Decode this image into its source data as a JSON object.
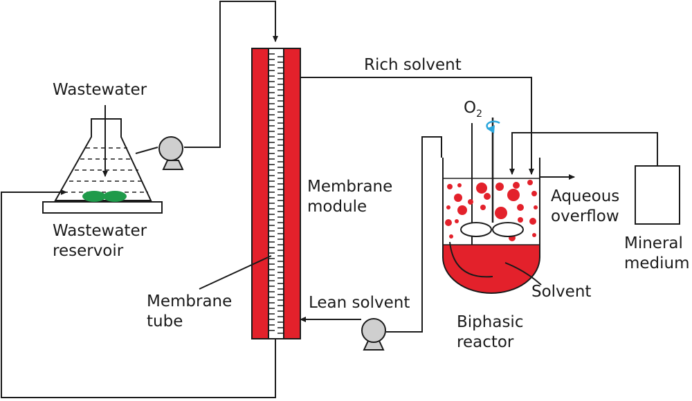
{
  "labels": {
    "wastewater": "Wastewater",
    "wastewater_reservoir_line1": "Wastewater",
    "wastewater_reservoir_line2": "reservoir",
    "rich_solvent": "Rich solvent",
    "membrane_module_line1": "Membrane",
    "membrane_module_line2": "module",
    "membrane_tube_line1": "Membrane",
    "membrane_tube_line2": "tube",
    "lean_solvent": "Lean solvent",
    "oxygen_main": "O",
    "oxygen_sub": "2",
    "aqueous_overflow_line1": "Aqueous",
    "aqueous_overflow_line2": "overflow",
    "mineral_medium_line1": "Mineral",
    "mineral_medium_line2": "medium",
    "solvent": "Solvent",
    "biphasic_reactor_line1": "Biphasic",
    "biphasic_reactor_line2": "reactor"
  },
  "colors": {
    "membrane": "#e3212b",
    "solvent": "#e3212b",
    "droplet": "#e3212b",
    "biofilm": "#1f9a4a",
    "pump": "#cfcfcf",
    "stirrer": "#2aa6dc",
    "line": "#1a1a1a"
  }
}
